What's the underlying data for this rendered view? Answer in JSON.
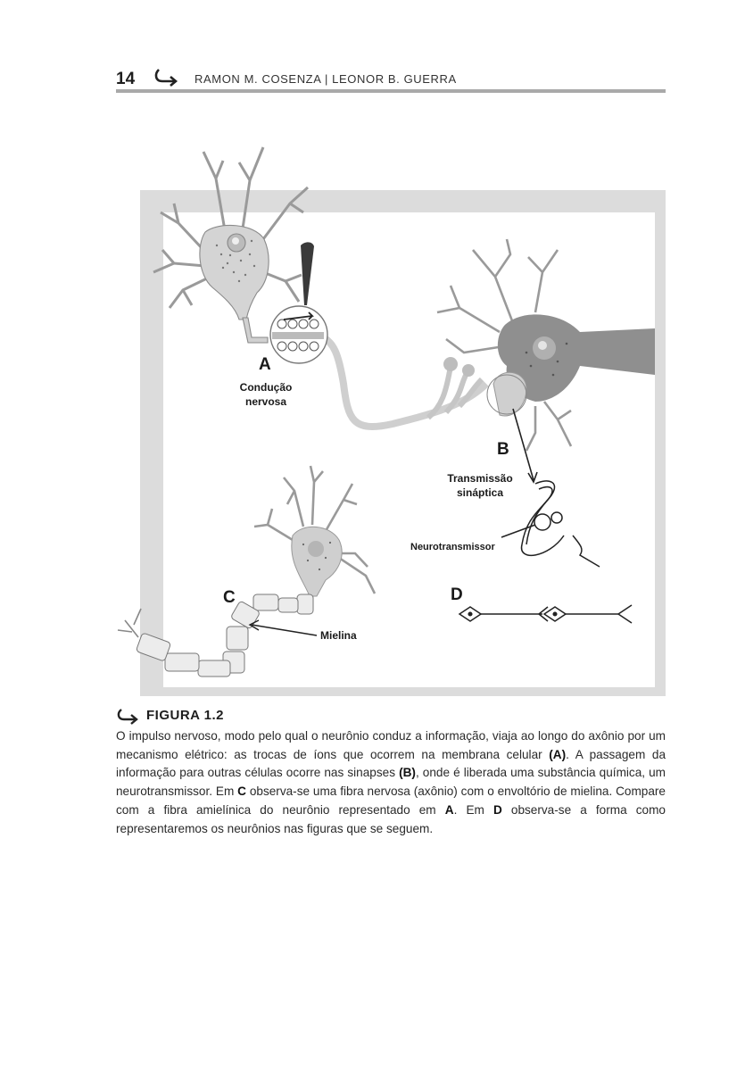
{
  "header": {
    "page_number": "14",
    "authors": "RAMON M. COSENZA | LEONOR B. GUERRA"
  },
  "figure": {
    "labels": {
      "A": "A",
      "B": "B",
      "C": "C",
      "D": "D",
      "conducao_line1": "Condução",
      "conducao_line2": "nervosa",
      "transmissao_line1": "Transmissão",
      "transmissao_line2": "sináptica",
      "neurotransmissor": "Neurotransmissor",
      "mielina": "Mielina"
    }
  },
  "caption": {
    "title": "FIGURA 1.2",
    "p1": "O impulso nervoso, modo pelo qual o neurônio conduz a informação, viaja ao longo do axônio por um mecanismo elétrico: as trocas de íons que ocorrem na membrana celular ",
    "ref_A1": "(A)",
    "p2": ". A passagem da informação para outras células ocorre nas sinapses ",
    "ref_B": "(B)",
    "p3": ", onde é liberada uma substância química, um neurotransmissor. Em ",
    "ref_C": "C",
    "p4": " observa-se uma fibra nervosa (axônio) com o envoltório de mielina. Compare com a fibra amielínica do neurônio representado em ",
    "ref_A2": "A",
    "p5": ". Em ",
    "ref_D": "D",
    "p6": " observa-se a forma como representaremos os neurônios nas figuras que se seguem."
  },
  "colors": {
    "frame_gray": "#dcdcdc",
    "neuron_fill": "#d4d4d4",
    "header_rule": "#a9a9a9"
  }
}
